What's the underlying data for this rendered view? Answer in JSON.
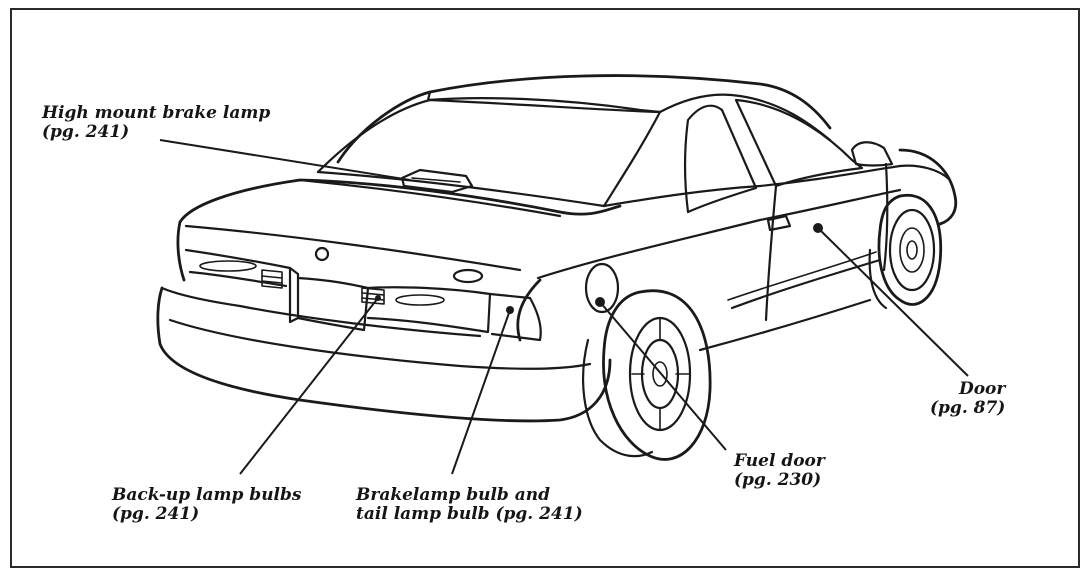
{
  "callouts": {
    "high_mount": {
      "line1": "High mount brake lamp",
      "line2": "(pg. 241)"
    },
    "backup": {
      "line1": "Back-up lamp bulbs",
      "line2": "(pg. 241)"
    },
    "brakelamp": {
      "line1": "Brakelamp bulb and",
      "line2": "tail lamp bulb (pg. 241)"
    },
    "fuel_door": {
      "line1": "Fuel door",
      "line2": "(pg. 230)"
    },
    "door": {
      "line1": "Door",
      "line2": "(pg. 87)"
    }
  },
  "illustration": {
    "subject": "car-rear-three-quarter-line-drawing",
    "ink_color": "#1a1a1a",
    "paper_color": "#ffffff"
  }
}
